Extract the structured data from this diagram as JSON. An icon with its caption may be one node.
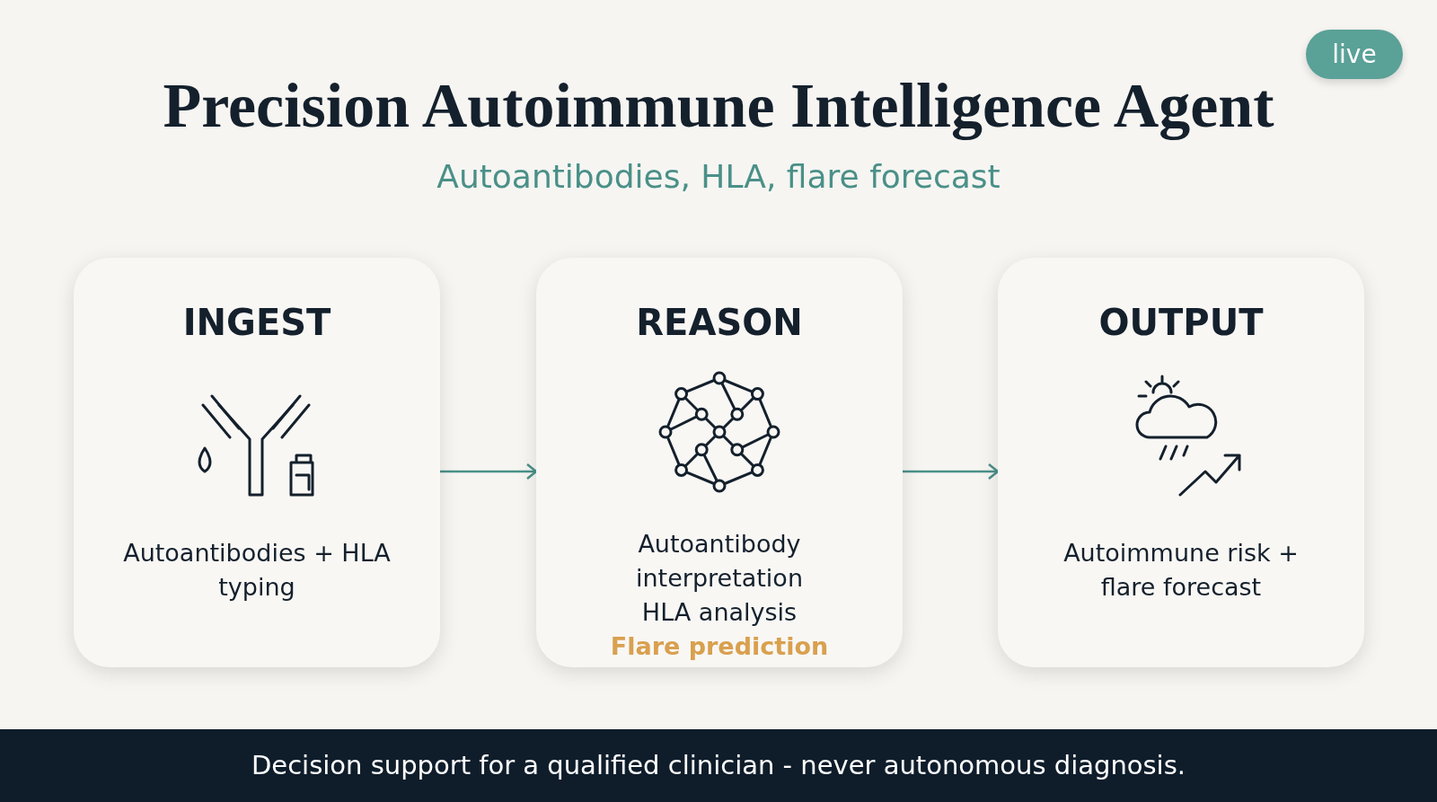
{
  "diagram": {
    "title": "Precision Autoimmune Intelligence Agent",
    "caption": "Decision support for a qualified clinician - never autonomous diagnosis.",
    "nodes": [
      {
        "text": [
          "INGEST",
          "Autoantibodies + HLA typing"
        ]
      },
      {
        "text": [
          "REASON",
          "Autoantibody interpretation",
          "HLA analysis",
          "Flare prediction"
        ]
      },
      {
        "text": [
          "OUTPUT",
          "Autoimmune risk + flare forecast"
        ]
      }
    ],
    "edges": [
      {
        "from": 0,
        "to": 1,
        "arrow": "to"
      },
      {
        "from": 1,
        "to": 2,
        "arrow": "to"
      }
    ],
    "labels": [
      "live",
      "Autoantibodies, HLA, flare forecast"
    ]
  }
}
